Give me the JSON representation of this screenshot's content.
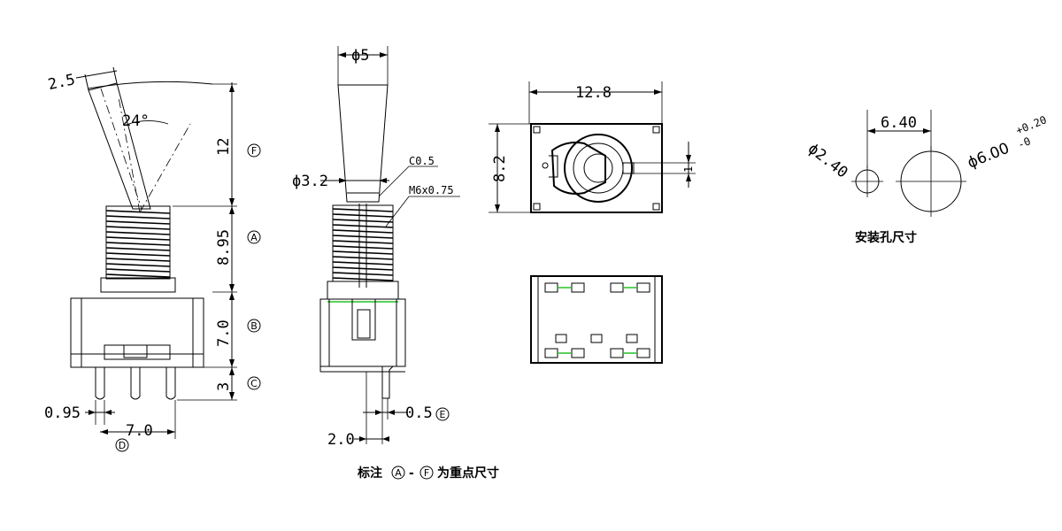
{
  "side_view": {
    "dim_tip": "2.5",
    "dim_angle": "24°",
    "dim_lever": "12",
    "dim_thread": "8.95",
    "dim_body": "7.0",
    "dim_pin": "3",
    "dim_pin_width": "0.95",
    "dim_pin_pitch": "7.0",
    "mark_f": "F",
    "mark_a": "A",
    "mark_b": "B",
    "mark_c": "C",
    "mark_d": "D"
  },
  "front_view": {
    "dim_top": "ϕ5",
    "dim_shaft": "ϕ3.2",
    "note_chamfer": "C0.5",
    "note_thread": "M6x0.75",
    "dim_pin_thick": "0.5",
    "dim_pin_offset": "2.0",
    "mark_e": "E"
  },
  "top_view": {
    "dim_width": "12.8",
    "dim_height": "8.2",
    "dim_small": "1"
  },
  "mounting": {
    "dim_spacing": "6.40",
    "dim_small_hole": "ϕ2.40",
    "dim_large_hole": "ϕ6.00",
    "tol_plus": "+0.20",
    "tol_minus": "-0",
    "caption": "安装孔尺寸"
  },
  "footer": {
    "prefix": "标注",
    "from": "A",
    "dash": "-",
    "to": "F",
    "suffix": "为重点尺寸"
  }
}
